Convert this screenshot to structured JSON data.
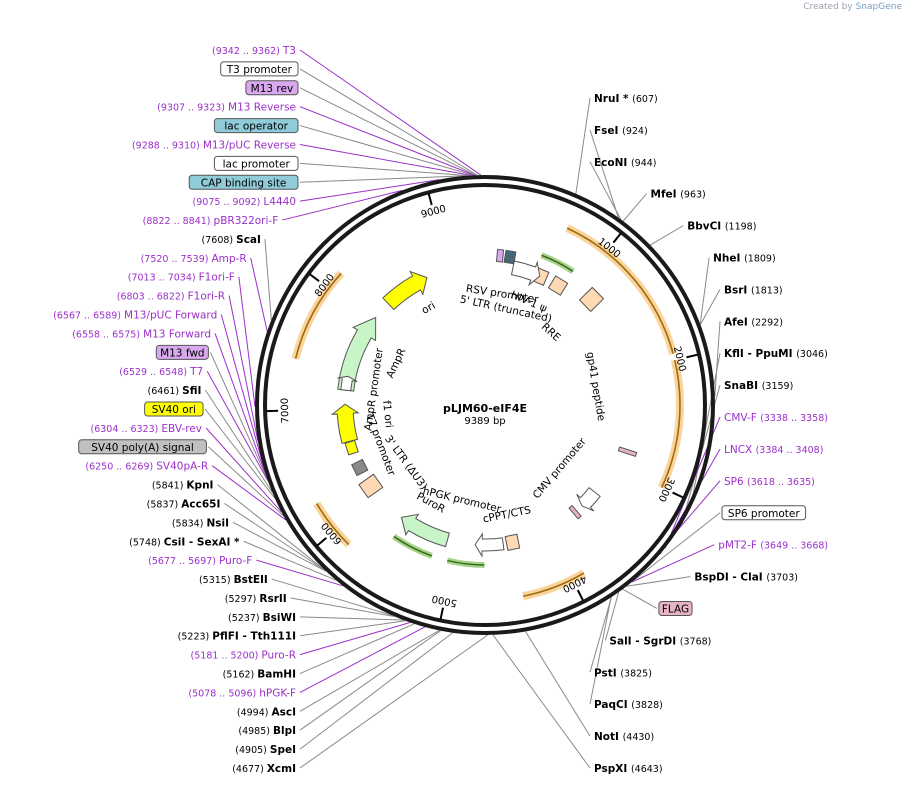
{
  "credit": {
    "prefix": "Created by",
    "brand": "SnapGene"
  },
  "plasmid": {
    "name": "pLJM60-eIF4E",
    "size_label": "9389 bp",
    "length": 9389
  },
  "tick_labels": [
    "1000",
    "2000",
    "3000",
    "4000",
    "5000",
    "6000",
    "7000",
    "8000",
    "9000"
  ],
  "colors": {
    "enzyme": "#000000",
    "primer": "#9b30c8",
    "line": "#8a8a8a",
    "orange": "#f5b048",
    "green": "#6fb23e",
    "yellow": "#ffff00",
    "mint": "#c8f5c8",
    "peach": "#ffd8b4",
    "lavender": "#d9a9f0",
    "teal": "#8fcbd8",
    "grey": "#c0c0c0",
    "pink": "#e8b4c4"
  },
  "labels": [
    {
      "id": "lbl-t3",
      "kind": "primer",
      "side": "L",
      "name": "T3",
      "range": "(9342 .. 9362)",
      "anchor": 9362
    },
    {
      "id": "lbl-t3-promoter",
      "kind": "feature",
      "style": "white",
      "side": "L",
      "name": "T3 promoter",
      "anchor": 9340
    },
    {
      "id": "lbl-m13-rev",
      "kind": "feature",
      "style": "lavender",
      "side": "L",
      "name": "M13 rev",
      "anchor": 9330
    },
    {
      "id": "lbl-m13-reverse",
      "kind": "primer",
      "side": "L",
      "name": "M13 Reverse",
      "range": "(9307 .. 9323)",
      "anchor": 9323
    },
    {
      "id": "lbl-lac-operator",
      "kind": "feature",
      "style": "teal",
      "side": "L",
      "name": "lac operator",
      "anchor": 9315
    },
    {
      "id": "lbl-m13-puc-reverse",
      "kind": "primer",
      "side": "L",
      "name": "M13/pUC Reverse",
      "range": "(9288 .. 9310)",
      "anchor": 9300
    },
    {
      "id": "lbl-lac-promoter",
      "kind": "feature",
      "style": "white",
      "side": "L",
      "name": "lac promoter",
      "anchor": 9280
    },
    {
      "id": "lbl-cap-site",
      "kind": "feature",
      "style": "teal",
      "side": "L",
      "name": "CAP binding site",
      "anchor": 9255
    },
    {
      "id": "lbl-l4440",
      "kind": "primer",
      "side": "L",
      "name": "L4440",
      "range": "(9075 .. 9092)",
      "anchor": 9090
    },
    {
      "id": "lbl-pbr322ori-f",
      "kind": "primer",
      "side": "L",
      "name": "pBR322ori-F",
      "range": "(8822 .. 8841)",
      "anchor": 8840
    },
    {
      "id": "lbl-scai",
      "kind": "enzyme",
      "side": "L",
      "name": "ScaI",
      "range": "(7608)",
      "anchor": 7608
    },
    {
      "id": "lbl-amp-r",
      "kind": "primer",
      "side": "L",
      "name": "Amp-R",
      "range": "(7520 .. 7539)",
      "anchor": 7530
    },
    {
      "id": "lbl-f1ori-f",
      "kind": "primer",
      "side": "L",
      "name": "F1ori-F",
      "range": "(7013 .. 7034)",
      "anchor": 7030
    },
    {
      "id": "lbl-f1ori-r",
      "kind": "primer",
      "side": "L",
      "name": "F1ori-R",
      "range": "(6803 .. 6822)",
      "anchor": 6810
    },
    {
      "id": "lbl-m13-puc-forward",
      "kind": "primer",
      "side": "L",
      "name": "M13/pUC Forward",
      "range": "(6567 .. 6589)",
      "anchor": 6580
    },
    {
      "id": "lbl-m13-forward",
      "kind": "primer",
      "side": "L",
      "name": "M13 Forward",
      "range": "(6558 .. 6575)",
      "anchor": 6565
    },
    {
      "id": "lbl-m13-fwd",
      "kind": "feature",
      "style": "lavender",
      "side": "L",
      "name": "M13 fwd",
      "anchor": 6555
    },
    {
      "id": "lbl-t7",
      "kind": "primer",
      "side": "L",
      "name": "T7",
      "range": "(6529 .. 6548)",
      "anchor": 6540
    },
    {
      "id": "lbl-sfii",
      "kind": "enzyme",
      "side": "L",
      "name": "SfiI",
      "range": "(6461)",
      "anchor": 6461
    },
    {
      "id": "lbl-sv40-ori",
      "kind": "feature",
      "style": "yellow",
      "side": "L",
      "name": "SV40 ori",
      "anchor": 6420
    },
    {
      "id": "lbl-ebv-rev",
      "kind": "primer",
      "side": "L",
      "name": "EBV-rev",
      "range": "(6304 .. 6323)",
      "anchor": 6320
    },
    {
      "id": "lbl-sv40-polya",
      "kind": "feature",
      "style": "grey",
      "side": "L",
      "name": "SV40 poly(A) signal",
      "anchor": 6290
    },
    {
      "id": "lbl-sv40pa-r",
      "kind": "primer",
      "side": "L",
      "name": "SV40pA-R",
      "range": "(6250 .. 6269)",
      "anchor": 6260
    },
    {
      "id": "lbl-kpni",
      "kind": "enzyme",
      "side": "L",
      "name": "KpnI",
      "range": "(5841)",
      "anchor": 5841
    },
    {
      "id": "lbl-acc65i",
      "kind": "enzyme",
      "side": "L",
      "name": "Acc65I",
      "range": "(5837)",
      "anchor": 5837
    },
    {
      "id": "lbl-nsii",
      "kind": "enzyme",
      "side": "L",
      "name": "NsiI",
      "range": "(5834)",
      "anchor": 5834
    },
    {
      "id": "lbl-csii",
      "kind": "enzyme",
      "side": "L",
      "name": "CsiI - SexAI *",
      "range": "(5748)",
      "anchor": 5748
    },
    {
      "id": "lbl-puro-f",
      "kind": "primer",
      "side": "L",
      "name": "Puro-F",
      "range": "(5677 .. 5697)",
      "anchor": 5690
    },
    {
      "id": "lbl-bsteii",
      "kind": "enzyme",
      "side": "L",
      "name": "BstEII",
      "range": "(5315)",
      "anchor": 5315
    },
    {
      "id": "lbl-rsrii",
      "kind": "enzyme",
      "side": "L",
      "name": "RsrII",
      "range": "(5297)",
      "anchor": 5297
    },
    {
      "id": "lbl-bsiwi",
      "kind": "enzyme",
      "side": "L",
      "name": "BsiWI",
      "range": "(5237)",
      "anchor": 5237
    },
    {
      "id": "lbl-pflfi",
      "kind": "enzyme",
      "side": "L",
      "name": "PflFI - Tth111I",
      "range": "(5223)",
      "anchor": 5223
    },
    {
      "id": "lbl-puro-r",
      "kind": "primer",
      "side": "L",
      "name": "Puro-R",
      "range": "(5181 .. 5200)",
      "anchor": 5190
    },
    {
      "id": "lbl-bamhi",
      "kind": "enzyme",
      "side": "L",
      "name": "BamHI",
      "range": "(5162)",
      "anchor": 5162
    },
    {
      "id": "lbl-hpgk-f",
      "kind": "primer",
      "side": "L",
      "name": "hPGK-F",
      "range": "(5078 .. 5096)",
      "anchor": 5090
    },
    {
      "id": "lbl-asci",
      "kind": "enzyme",
      "side": "L",
      "name": "AscI",
      "range": "(4994)",
      "anchor": 4994
    },
    {
      "id": "lbl-blpi",
      "kind": "enzyme",
      "side": "L",
      "name": "BlpI",
      "range": "(4985)",
      "anchor": 4985
    },
    {
      "id": "lbl-spei",
      "kind": "enzyme",
      "side": "L",
      "name": "SpeI",
      "range": "(4905)",
      "anchor": 4905
    },
    {
      "id": "lbl-xcmi",
      "kind": "enzyme",
      "side": "L",
      "name": "XcmI",
      "range": "(4677)",
      "anchor": 4677
    },
    {
      "id": "lbl-pspxi",
      "kind": "enzyme",
      "side": "R",
      "name": "PspXI",
      "range": "(4643)",
      "anchor": 4643
    },
    {
      "id": "lbl-noti",
      "kind": "enzyme",
      "side": "R",
      "name": "NotI",
      "range": "(4430)",
      "anchor": 4430
    },
    {
      "id": "lbl-paqci",
      "kind": "enzyme",
      "side": "R",
      "name": "PaqCI",
      "range": "(3828)",
      "anchor": 3828
    },
    {
      "id": "lbl-psti",
      "kind": "enzyme",
      "side": "R",
      "name": "PstI",
      "range": "(3825)",
      "anchor": 3825
    },
    {
      "id": "lbl-sali",
      "kind": "enzyme",
      "side": "R",
      "name": "SalI - SgrDI",
      "range": "(3768)",
      "anchor": 3768
    },
    {
      "id": "lbl-flag",
      "kind": "feature",
      "style": "pink",
      "side": "R",
      "name": "FLAG",
      "anchor": 3735
    },
    {
      "id": "lbl-bspdi",
      "kind": "enzyme",
      "side": "R",
      "name": "BspDI - ClaI",
      "range": "(3703)",
      "anchor": 3703
    },
    {
      "id": "lbl-pmt2-f",
      "kind": "primer",
      "side": "R",
      "name": "pMT2-F",
      "range": "(3649 .. 3668)",
      "anchor": 3660
    },
    {
      "id": "lbl-sp6-promoter",
      "kind": "feature",
      "style": "white",
      "side": "R",
      "name": "SP6 promoter",
      "anchor": 3640
    },
    {
      "id": "lbl-sp6",
      "kind": "primer",
      "side": "R",
      "name": "SP6",
      "range": "(3618 .. 3635)",
      "anchor": 3625
    },
    {
      "id": "lbl-lncx",
      "kind": "primer",
      "side": "R",
      "name": "LNCX",
      "range": "(3384 .. 3408)",
      "anchor": 3400
    },
    {
      "id": "lbl-cmv-f",
      "kind": "primer",
      "side": "R",
      "name": "CMV-F",
      "range": "(3338 .. 3358)",
      "anchor": 3350
    },
    {
      "id": "lbl-snabi",
      "kind": "enzyme",
      "side": "R",
      "name": "SnaBI",
      "range": "(3159)",
      "anchor": 3159
    },
    {
      "id": "lbl-kfli",
      "kind": "enzyme",
      "side": "R",
      "name": "KflI - PpuMI",
      "range": "(3046)",
      "anchor": 3046
    },
    {
      "id": "lbl-afei",
      "kind": "enzyme",
      "side": "R",
      "name": "AfeI",
      "range": "(2292)",
      "anchor": 2292
    },
    {
      "id": "lbl-bsri",
      "kind": "enzyme",
      "side": "R",
      "name": "BsrI",
      "range": "(1813)",
      "anchor": 1813
    },
    {
      "id": "lbl-nhei",
      "kind": "enzyme",
      "side": "R",
      "name": "NheI",
      "range": "(1809)",
      "anchor": 1809
    },
    {
      "id": "lbl-bbvci",
      "kind": "enzyme",
      "side": "R",
      "name": "BbvCI",
      "range": "(1198)",
      "anchor": 1198
    },
    {
      "id": "lbl-mfei",
      "kind": "enzyme",
      "side": "R",
      "name": "MfeI",
      "range": "(963)",
      "anchor": 963
    },
    {
      "id": "lbl-economi",
      "kind": "enzyme",
      "side": "R",
      "name": "EcoNI",
      "range": "(944)",
      "anchor": 944
    },
    {
      "id": "lbl-fsei",
      "kind": "enzyme",
      "side": "R",
      "name": "FseI",
      "range": "(924)",
      "anchor": 924
    },
    {
      "id": "lbl-nrui",
      "kind": "enzyme",
      "side": "R",
      "name": "NruI *",
      "range": "(607)",
      "anchor": 607
    }
  ],
  "features": [
    {
      "id": "feat-rsv",
      "label": "RSV promoter",
      "anchor": 230
    },
    {
      "id": "feat-5ltr",
      "label": "5' LTR (truncated)",
      "anchor": 320
    },
    {
      "id": "feat-hiv-psi",
      "label": "HIV-1 ψ",
      "anchor": 600
    },
    {
      "id": "feat-rre",
      "label": "RRE",
      "anchor": 1100
    },
    {
      "id": "feat-gp41",
      "label": "gp41 peptide",
      "anchor": 2100
    },
    {
      "id": "feat-cmv",
      "label": "CMV promoter",
      "anchor": 3400
    },
    {
      "id": "feat-cppt",
      "label": "cPPT/CTS",
      "anchor": 4400
    },
    {
      "id": "feat-hpgk",
      "label": "hPGK promoter",
      "anchor": 5050
    },
    {
      "id": "feat-puror",
      "label": "PuroR",
      "anchor": 5450
    },
    {
      "id": "feat-3ltr",
      "label": "3' LTR (ΔU3)",
      "anchor": 6100
    },
    {
      "id": "feat-t7-promoter",
      "label": "T7 promoter",
      "anchor": 6500
    },
    {
      "id": "feat-f1-ori",
      "label": "f1 ori",
      "anchor": 6900
    },
    {
      "id": "feat-ampr-promoter",
      "label": "AmpR promoter",
      "anchor": 7250
    },
    {
      "id": "feat-ampr",
      "label": "AmpR",
      "anchor": 7700
    },
    {
      "id": "feat-ori",
      "label": "ori",
      "anchor": 8600
    }
  ]
}
